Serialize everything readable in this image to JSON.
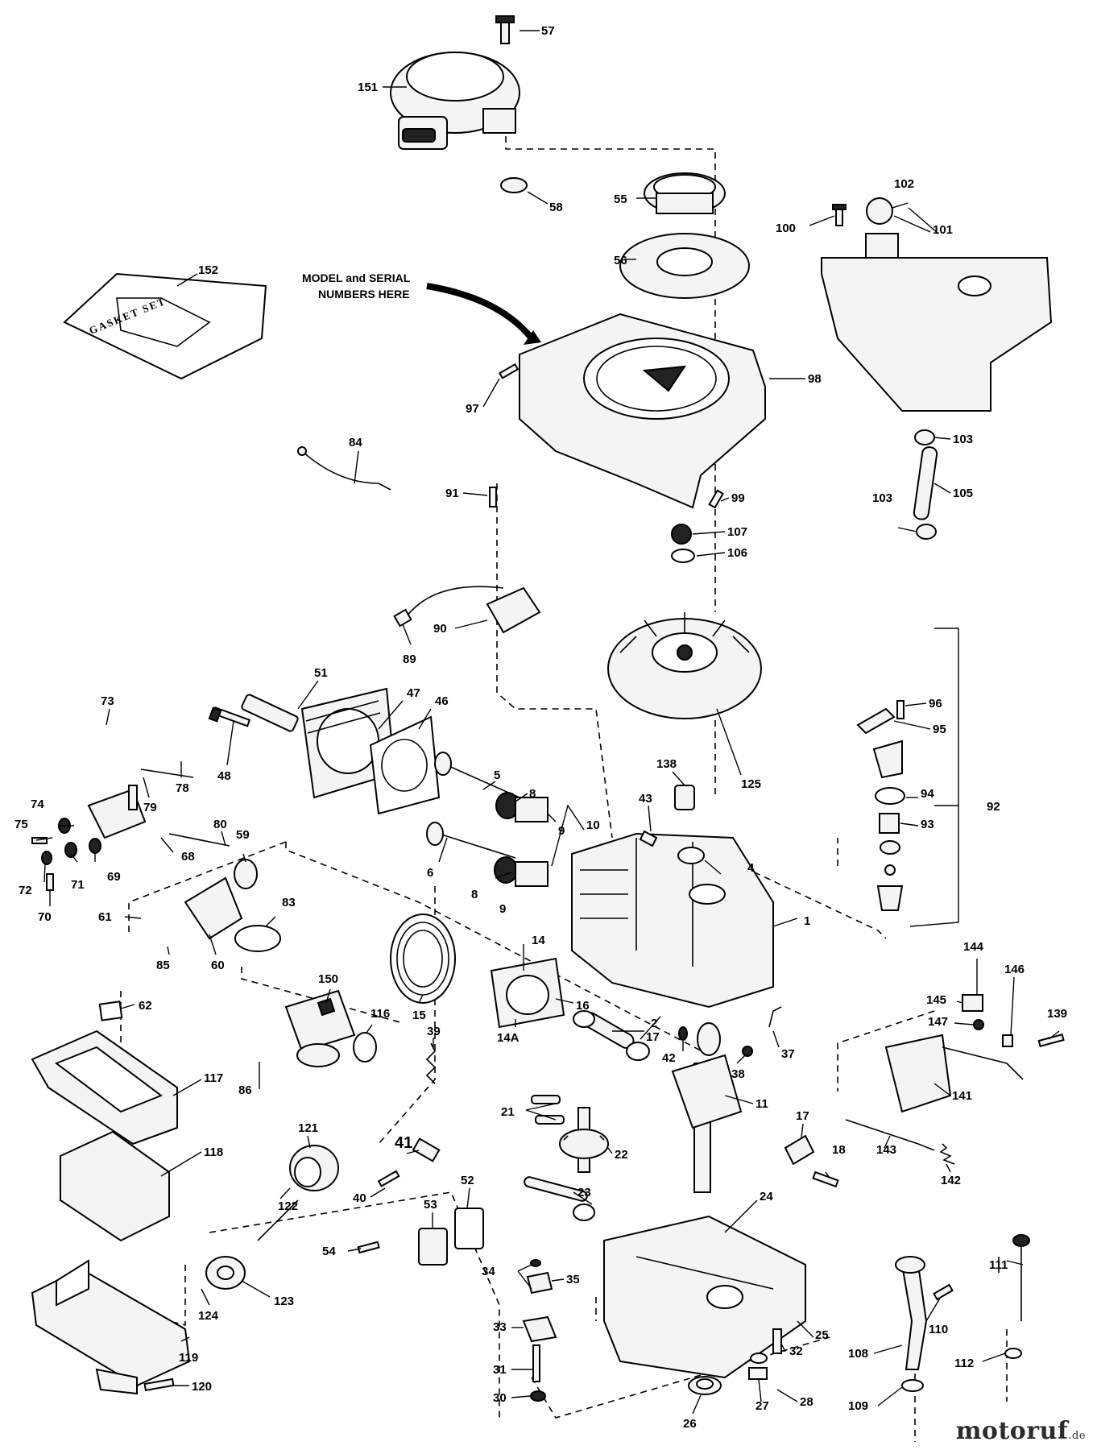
{
  "note": {
    "line1": "MODEL and SERIAL",
    "line2": "NUMBERS HERE"
  },
  "gasket_box_label": "GASKET SET",
  "watermark": {
    "brand": "motoruf",
    "tld": ".de"
  },
  "labels": {
    "p57": "57",
    "p151": "151",
    "p58": "58",
    "p55": "55",
    "p56": "56",
    "p100": "100",
    "p102": "102",
    "p101": "101",
    "p152": "152",
    "p97": "97",
    "p98": "98",
    "p84": "84",
    "p91": "91",
    "p99": "99",
    "p103a": "103",
    "p105": "105",
    "p103b": "103",
    "p107": "107",
    "p106": "106",
    "p90": "90",
    "p89": "89",
    "p125": "125",
    "p96": "96",
    "p95": "95",
    "p138": "138",
    "p73": "73",
    "p51": "51",
    "p47": "47",
    "p46": "46",
    "p48": "48",
    "p79": "79",
    "p78": "78",
    "p5": "5",
    "p8a": "8",
    "p9a": "9",
    "p10": "10",
    "p43": "43",
    "p94": "94",
    "p92": "92",
    "p74": "74",
    "p75": "75",
    "p80": "80",
    "p68": "68",
    "p59": "59",
    "p93": "93",
    "p71": "71",
    "p69": "69",
    "p72": "72",
    "p70": "70",
    "p6": "6",
    "p8b": "8",
    "p9b": "9",
    "p4": "4",
    "p83": "83",
    "p61": "61",
    "p1": "1",
    "p85": "85",
    "p60": "60",
    "p14": "14",
    "p150": "150",
    "p144": "144",
    "p146": "146",
    "p62": "62",
    "p15": "15",
    "p116": "116",
    "p16": "16",
    "p145": "145",
    "p147": "147",
    "p139": "139",
    "p2": "2",
    "p14A": "14A",
    "p17a": "17",
    "p42": "42",
    "p37": "37",
    "p38": "38",
    "p86": "86",
    "p117": "117",
    "p39": "39",
    "p21": "21",
    "p11": "11",
    "p141": "141",
    "p121": "121",
    "p41": "41",
    "p22": "22",
    "p17b": "17",
    "p18": "18",
    "p143": "143",
    "p118": "118",
    "p52": "52",
    "p142": "142",
    "p40": "40",
    "p23": "23",
    "p24": "24",
    "p53": "53",
    "p122": "122",
    "p54": "54",
    "p34": "34",
    "p35": "35",
    "p111": "111",
    "p123": "123",
    "p124": "124",
    "p33": "33",
    "p25": "25",
    "p110": "110",
    "p119": "119",
    "p31": "31",
    "p32": "32",
    "p108": "108",
    "p112": "112",
    "p120": "120",
    "p30": "30",
    "p27": "27",
    "p28": "28",
    "p109": "109",
    "p26": "26"
  }
}
